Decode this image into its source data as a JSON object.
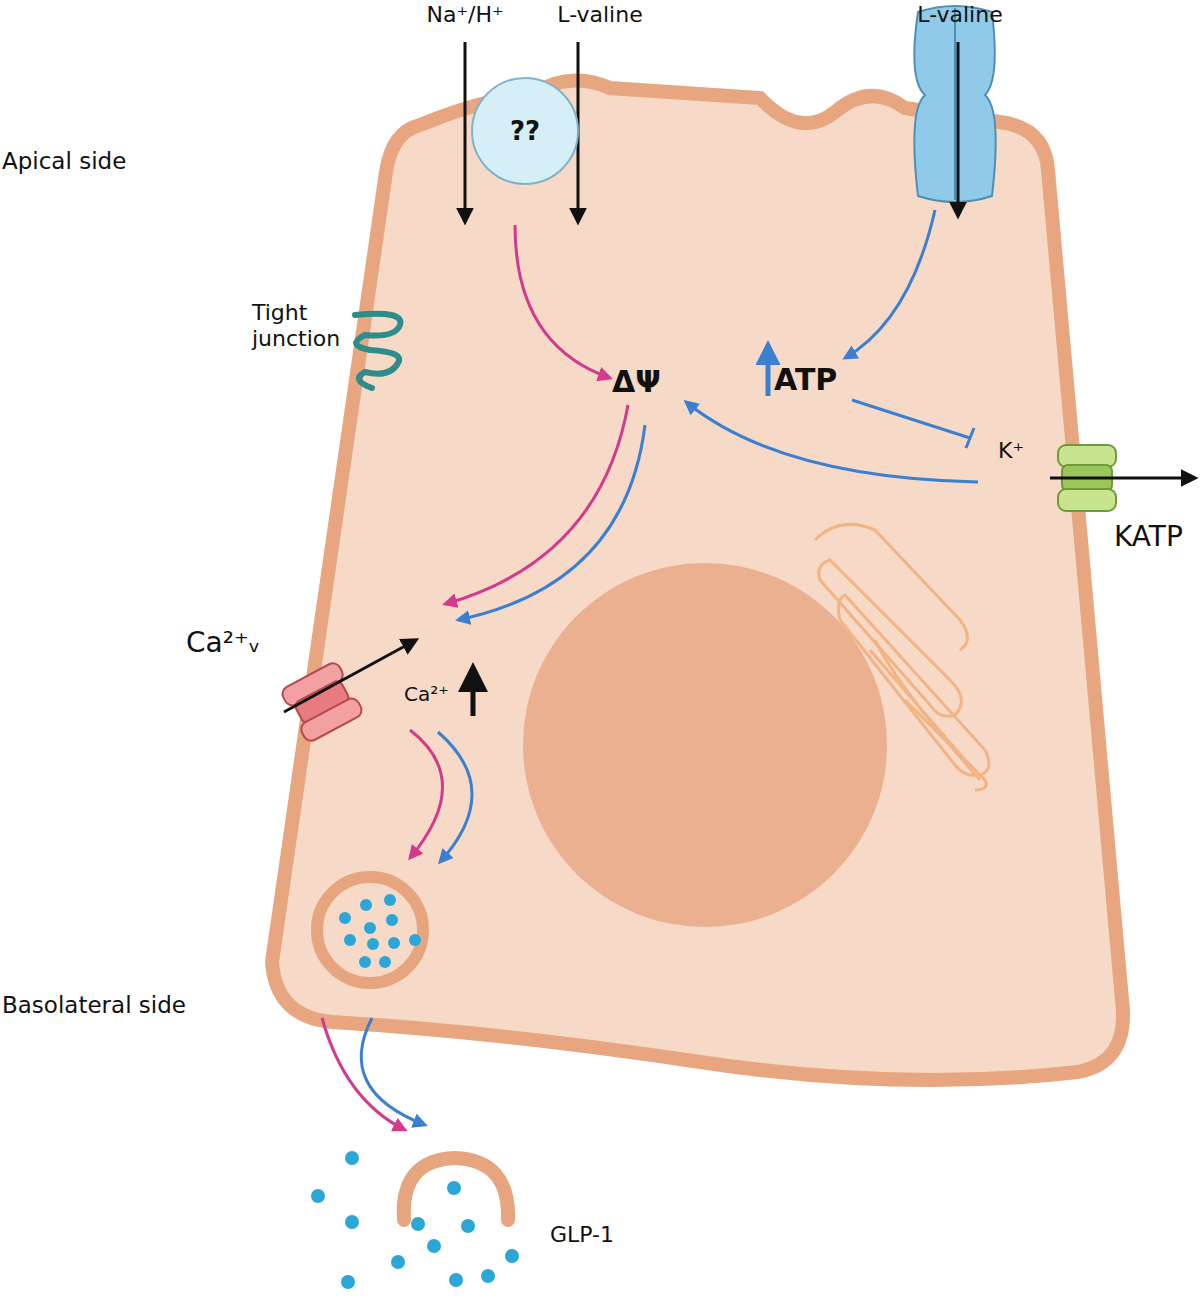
{
  "diagram": {
    "nodes": [
      {
        "text": [
          "??"
        ]
      }
    ],
    "labels": [
      "Na⁺/H⁺",
      "L-valine",
      "L-valine",
      "Apical side",
      "Tight junction",
      "ΔΨ",
      "ATP",
      "K⁺",
      "KATP",
      "Ca²⁺ᵥ",
      "Ca²⁺",
      "Basolateral side",
      "GLP-1"
    ]
  }
}
